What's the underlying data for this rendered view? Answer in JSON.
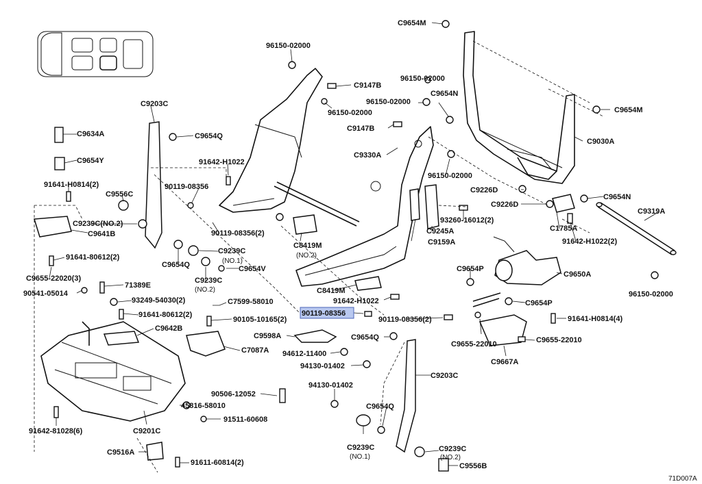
{
  "diagram": {
    "code": "71D007A",
    "highlighted_part": "90119-08356",
    "labels": [
      "C9654M",
      "C9654M",
      "96150-02000",
      "C9147B",
      "96150-02000",
      "96150-02000",
      "C9654N",
      "C9203C",
      "C9654Q",
      "96150-02000",
      "C9147B",
      "C9030A",
      "C9634A",
      "C9654Y",
      "91642-H1022",
      "C9330A",
      "96150-02000",
      "91641-H0814(2)",
      "90119-08356",
      "C9226D",
      "C9654N",
      "C9556C",
      "C9226D",
      "C9319A",
      "C9239C(NO.2)",
      "C9641B",
      "90119-08356(2)",
      "93260-16012(2)",
      "C9245A",
      "C8419M",
      "(NO.2)",
      "C1785A",
      "91642-H1022(2)",
      "C9239C",
      "(NO.1)",
      "C9159A",
      "91641-80612(2)",
      "C9654Q",
      "C9654V",
      "C9650A",
      "C9655-22020(3)",
      "C9239C",
      "(NO.2)",
      "C9654P",
      "71389E",
      "C8419M",
      "90541-05014",
      "93249-54030(2)",
      "91642-H1022",
      "C7599-58010",
      "96150-02000",
      "91641-80612(2)",
      "90119-08356",
      "C9654P",
      "90105-10165(2)",
      "90119-08356(2)",
      "91641-H0814(4)",
      "C9642B",
      "C9598A",
      "C9654Q",
      "C9655-22010",
      "C9655-22010",
      "C7087A",
      "94612-11400",
      "C9667A",
      "94130-01402",
      "C9203C",
      "90506-12052",
      "94130-01402",
      "45816-58010",
      "C9654Q",
      "91511-60608",
      "91642-81028(6)",
      "C9201C",
      "C9239C",
      "(NO.1)",
      "C9239C",
      "(NO.2)",
      "C9516A",
      "91611-60814(2)",
      "C9556B"
    ]
  }
}
